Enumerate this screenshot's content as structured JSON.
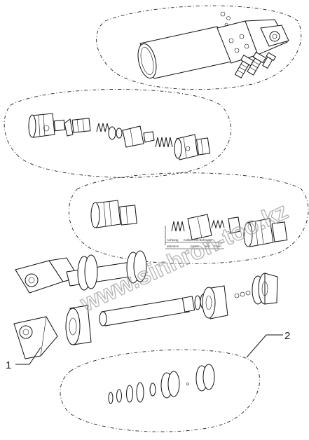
{
  "callouts": [
    {
      "id": "1",
      "label": "1"
    },
    {
      "id": "2",
      "label": "2"
    }
  ],
  "note": {
    "row1": [
      "Achtung",
      "Kolben mit Bohrung!"
    ],
    "row2": [
      "attention",
      "piston",
      "with",
      "hole!"
    ]
  },
  "watermark": "www.sinhron-too.kz"
}
